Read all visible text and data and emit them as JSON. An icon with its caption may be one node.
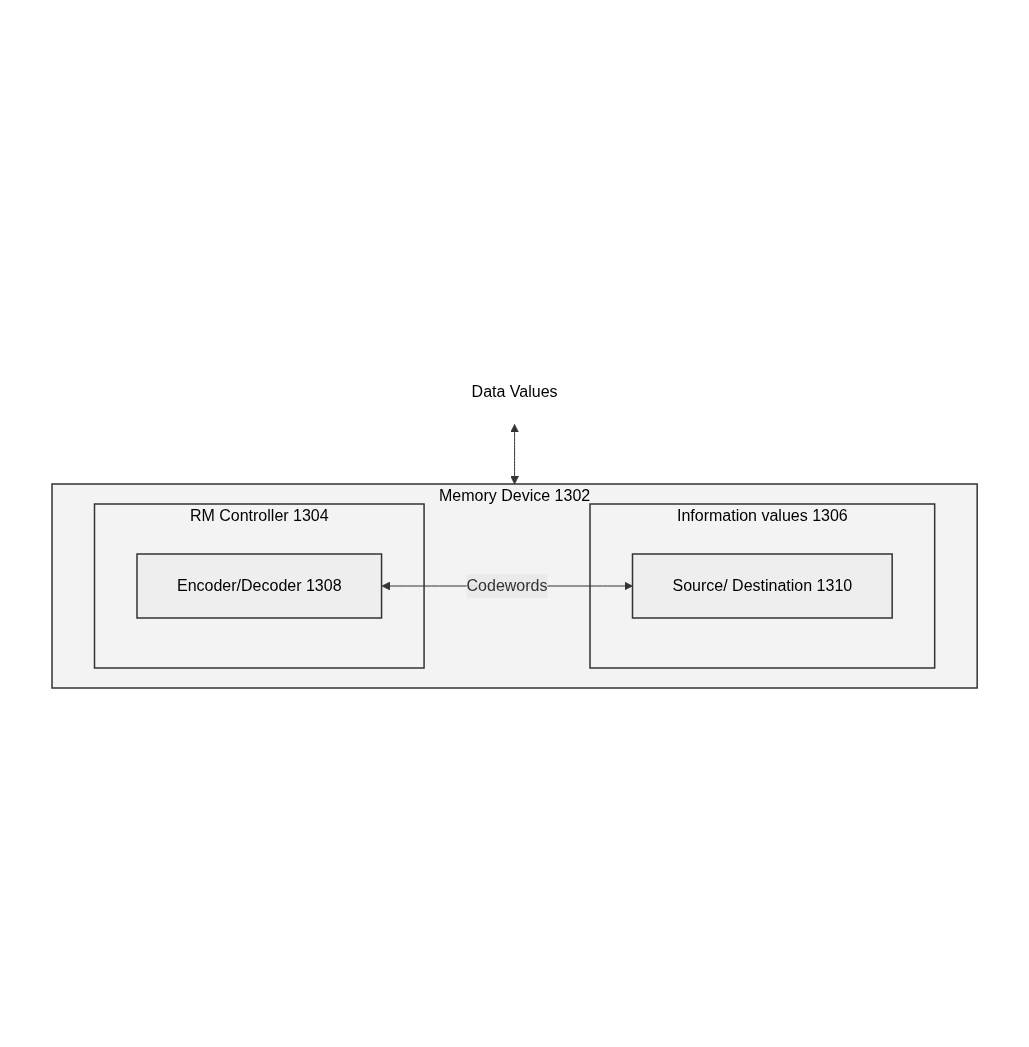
{
  "diagram": {
    "nodes": [
      {
        "text": [
          "Data Values"
        ]
      },
      {
        "text": [
          "Memory Device 1302"
        ]
      },
      {
        "text": [
          "RM Controller 1304"
        ],
        "in": 1
      },
      {
        "text": [
          "Encoder/Decoder 1308"
        ],
        "in": 2
      },
      {
        "text": [
          "Information values 1306"
        ],
        "in": 1
      },
      {
        "text": [
          "Source/ Destination 1310"
        ],
        "in": 4
      }
    ],
    "edges": [
      {
        "from": 0,
        "to": 1,
        "arrow": "both"
      },
      {
        "from": 3,
        "to": 5,
        "arrow": "both",
        "label": "Codewords"
      }
    ]
  }
}
